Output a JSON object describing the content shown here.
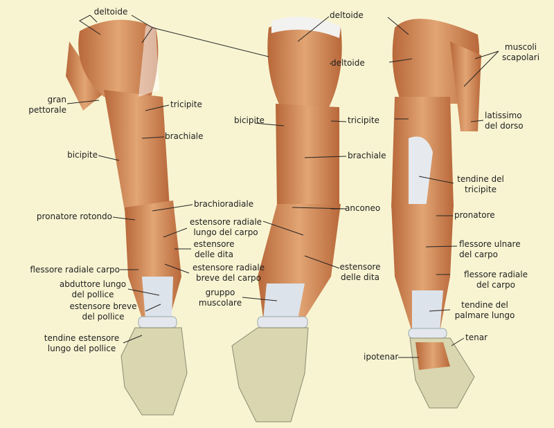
{
  "colors": {
    "background": "#f8f4d2",
    "muscle": "#d9955e",
    "muscle_dark": "#b8683a",
    "tendon": "#dde3ea",
    "bone": "#d9d6b0",
    "text": "#1e1e1e"
  },
  "left_arm": {
    "deltoide": "deltoide",
    "gran_pettorale": [
      "gran",
      "pettorale"
    ],
    "tricipite": "tricipite",
    "brachiale": "brachiale",
    "bicipite": "bicipite",
    "brachioradiale": "brachioradiale",
    "pronatore_rotondo": "pronatore rotondo",
    "estensore_radiale_lungo": [
      "estensore radiale",
      "lungo del carpo"
    ],
    "estensore_dita": [
      "estensore",
      "delle dita"
    ],
    "flessore_radiale_carpo": "flessore radiale carpo",
    "estensore_radiale_breve": [
      "estensore radiale",
      "breve del carpo"
    ],
    "abduttore_lungo": [
      "abduttore lungo",
      "del pollice"
    ],
    "estensore_breve": [
      "estensore breve",
      "del pollice"
    ],
    "tendine_estensore": [
      "tendine estensore",
      "lungo del pollice"
    ]
  },
  "middle_arm": {
    "deltoide_1": "deltoide",
    "deltoide_2": "deltoide",
    "bicipite": "bicipite",
    "tricipite": "tricipite",
    "brachiale": "brachiale",
    "anconeo": "anconeo",
    "estensore_dita": [
      "estensore",
      "delle dita"
    ],
    "gruppo_muscolare": [
      "gruppo",
      "muscolare"
    ]
  },
  "right_arm": {
    "muscoli_scapolari": [
      "muscoli",
      "scapolari"
    ],
    "latissimo": [
      "latissimo",
      "del dorso"
    ],
    "tendine_tricipite": [
      "tendine del",
      "tricipite"
    ],
    "pronatore": "pronatore",
    "flessore_ulnare": [
      "flessore ulnare",
      "del carpo"
    ],
    "flessore_radiale": [
      "flessore radiale",
      "del carpo"
    ],
    "tendine_palmare": [
      "tendine del",
      "palmare lungo"
    ],
    "tenar": "tenar",
    "ipotenar": "ipotenar"
  }
}
